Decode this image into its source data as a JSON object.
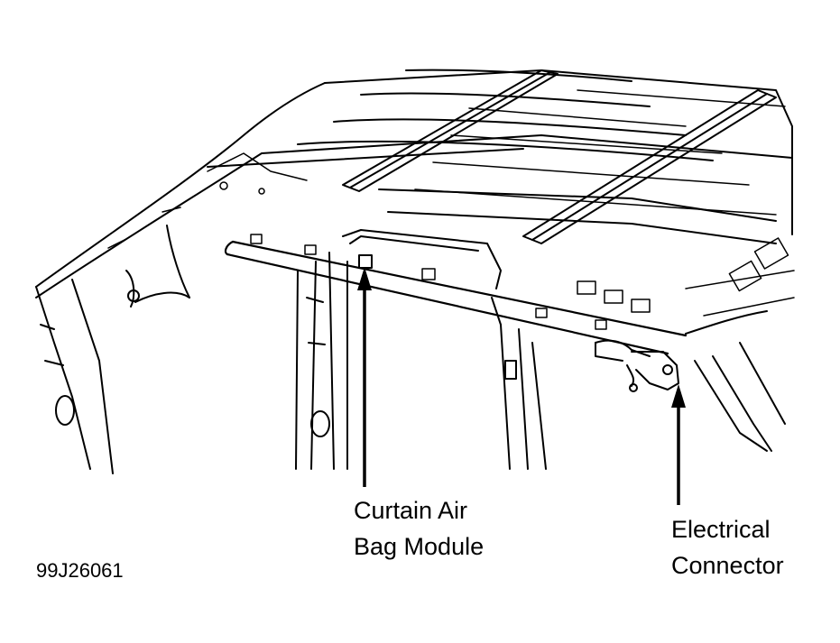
{
  "callouts": {
    "curtain_air_bag": {
      "line1": "Curtain Air",
      "line2": "Bag Module"
    },
    "electrical_connector": {
      "line1": "Electrical",
      "line2": "Connector"
    }
  },
  "figure_id": "99J26061",
  "colors": {
    "line": "#000000",
    "background": "#ffffff"
  }
}
